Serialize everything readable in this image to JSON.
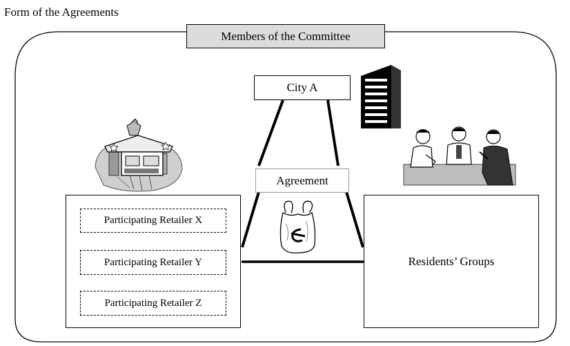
{
  "figure_title": "Form of the Agreements",
  "committee_label": "Members of the Committee",
  "city_label": "City A",
  "agreement_label": "Agreement",
  "retailers": [
    "Participating Retailer X",
    "Participating Retailer Y",
    "Participating Retailer Z"
  ],
  "residents_label": "Residents’ Groups",
  "colors": {
    "committee_fill": "#dcdcdc",
    "stroke": "#000000"
  },
  "icons": [
    "store-clipart-icon",
    "office-building-icon",
    "meeting-people-icon",
    "plastic-bag-icon"
  ]
}
